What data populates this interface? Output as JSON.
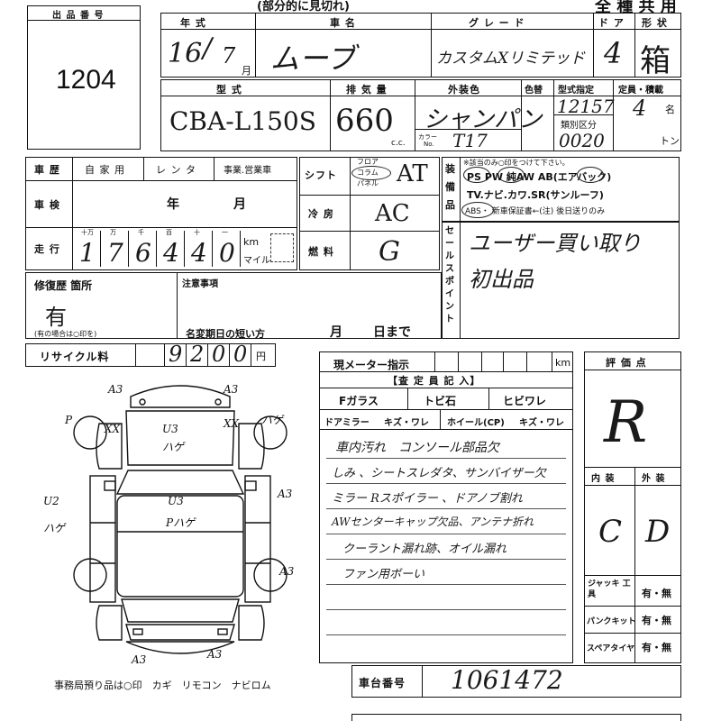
{
  "top_cut": {
    "left": "(部分的に見切れ)",
    "right": "全 種 共 用"
  },
  "lot": {
    "label": "出 品 番 号",
    "value": "1204"
  },
  "model_year": {
    "label": "年 式",
    "era": "16",
    "month": "7",
    "unit": "月"
  },
  "car_name": {
    "label": "車 名",
    "value": "ムーブ"
  },
  "grade": {
    "label": "グ レ ー ド",
    "value": "カスタムXリミテッド"
  },
  "doors": {
    "label": "ド ア",
    "value": "4"
  },
  "shape": {
    "label": "形 状",
    "value": "箱"
  },
  "model_code": {
    "label": "型 式",
    "value": "CBA-L150S"
  },
  "displacement": {
    "label": "排 気 量",
    "value": "660",
    "unit": "c.c."
  },
  "exterior_color": {
    "label": "外装色",
    "value": "シャンパン"
  },
  "color_change": {
    "label": "色替"
  },
  "color_no": {
    "label_top": "カラー",
    "label_bottom": "No.",
    "value": "T17"
  },
  "type_designation": {
    "label": "型式指定",
    "value": "12157"
  },
  "category": {
    "label": "類別区分",
    "value": "0020"
  },
  "capacity": {
    "label": "定員・積載",
    "value": "4",
    "unit": "名",
    "load_unit": "トン"
  },
  "history": {
    "label": "車 歴",
    "options": [
      "自 家 用",
      "レ ン タ",
      "事業.営業車"
    ]
  },
  "inspection": {
    "label": "車 検",
    "year": "年",
    "month": "月"
  },
  "mileage": {
    "label": "走 行",
    "places": [
      "十万",
      "万",
      "千",
      "百",
      "十",
      "一"
    ],
    "digits": [
      "1",
      "7",
      "6",
      "4",
      "4",
      "0"
    ],
    "unit_km": "km",
    "unit_mile": "マイル"
  },
  "shift": {
    "label": "シフト",
    "options": [
      "フロア",
      "コラム",
      "パネル"
    ],
    "value": "AT"
  },
  "aircon": {
    "label": "冷 房",
    "value": "AC"
  },
  "fuel": {
    "label": "燃 料",
    "value": "G"
  },
  "equipment": {
    "label": "装 備 品",
    "note": "※該当のみ○印をつけて下さい。",
    "line1": "PS  PW  純AW  AB(エアバック)",
    "line2": "TV.ナビ.カワ.SR(サンルーフ)",
    "line3": "ABS・ 新車保証書←(注) 後日送りのみ"
  },
  "sales_point": {
    "label": "セールスポイント",
    "line1": "ユーザー買い取り",
    "line2": "初出品"
  },
  "repair": {
    "label": "修復歴 箇所",
    "mark": "有",
    "note": "(有の場合は○印を)"
  },
  "caution": {
    "label": "注意事項",
    "name_change": "名変期日の短い方",
    "month": "月",
    "day": "日まで"
  },
  "recycle": {
    "label": "リサイクル料",
    "digits": [
      "9",
      "2",
      "0",
      "0"
    ],
    "unit": "円"
  },
  "meter": {
    "label": "現メーター指示",
    "unit": "km"
  },
  "inspector": {
    "title": "【査 定 員 記 入】",
    "f_glass": "Fガラス",
    "tobi": "トビ石",
    "hibi": "ヒビワレ",
    "door_mirror": "ドアミラー",
    "mirror_opt": "キズ・ワレ",
    "wheel": "ホイール(CP)",
    "wheel_opt": "キズ・ワレ"
  },
  "notes": [
    "車内汚れ　コンソール部品欠",
    "しみ 、シートスレダタ、サンバイザー欠",
    "ミラー Rスポイラー 、ドアノブ割れ",
    "AWセンターキャップ欠品、アンテナ折れ",
    "クーラント漏れ跡、オイル漏れ",
    "ファン用ボーい"
  ],
  "score": {
    "label": "評 価 点",
    "value": "R"
  },
  "interior": {
    "label": "内 装",
    "value": "C"
  },
  "exterior": {
    "label": "外 装",
    "value": "D"
  },
  "tools": [
    {
      "label": "ジャッキ 工 具",
      "value": "有・無"
    },
    {
      "label": "パンクキット",
      "value": "有・無"
    },
    {
      "label": "スペアタイヤ",
      "value": "有・無"
    }
  ],
  "chassis": {
    "label": "車台番号",
    "value": "1061472"
  },
  "diagram_marks": [
    "A3",
    "A3",
    "P",
    "XX",
    "U3",
    "ハゲ",
    "XX",
    "ハゲ",
    "U2",
    "ハゲ",
    "U3",
    "Pハゲ",
    "A3",
    "A3",
    "A3",
    "A3"
  ],
  "office_items": "事務局預り品は○印　カギ　リモコン　ナビロム"
}
